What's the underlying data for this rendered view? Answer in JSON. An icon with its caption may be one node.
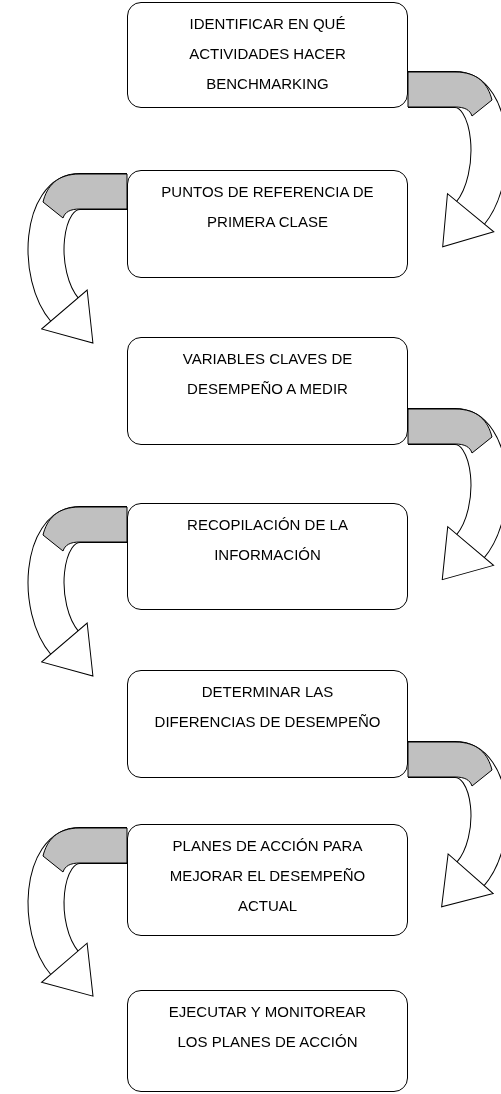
{
  "diagram": {
    "nodes": [
      {
        "text": [
          "IDENTIFICAR EN QUÉ ACTIVIDADES HACER BENCHMARKING"
        ]
      },
      {
        "text": [
          "PUNTOS DE REFERENCIA DE PRIMERA CLASE"
        ]
      },
      {
        "text": [
          "VARIABLES CLAVES DE DESEMPEÑO A MEDIR"
        ]
      },
      {
        "text": [
          "RECOPILACIÓN DE LA INFORMACIÓN"
        ]
      },
      {
        "text": [
          "DETERMINAR LAS DIFERENCIAS DE DESEMPEÑO"
        ]
      },
      {
        "text": [
          "PLANES DE ACCIÓN PARA MEJORAR EL DESEMPEÑO ACTUAL"
        ]
      },
      {
        "text": [
          "EJECUTAR Y MONITOREAR LOS PLANES DE ACCIÓN"
        ]
      }
    ],
    "edges": [
      {
        "from": 0,
        "to": 1,
        "arrow": "to"
      },
      {
        "from": 1,
        "to": 2,
        "arrow": "to"
      },
      {
        "from": 2,
        "to": 3,
        "arrow": "to"
      },
      {
        "from": 3,
        "to": 4,
        "arrow": "to"
      },
      {
        "from": 4,
        "to": 5,
        "arrow": "to"
      },
      {
        "from": 5,
        "to": 6,
        "arrow": "to"
      }
    ]
  }
}
